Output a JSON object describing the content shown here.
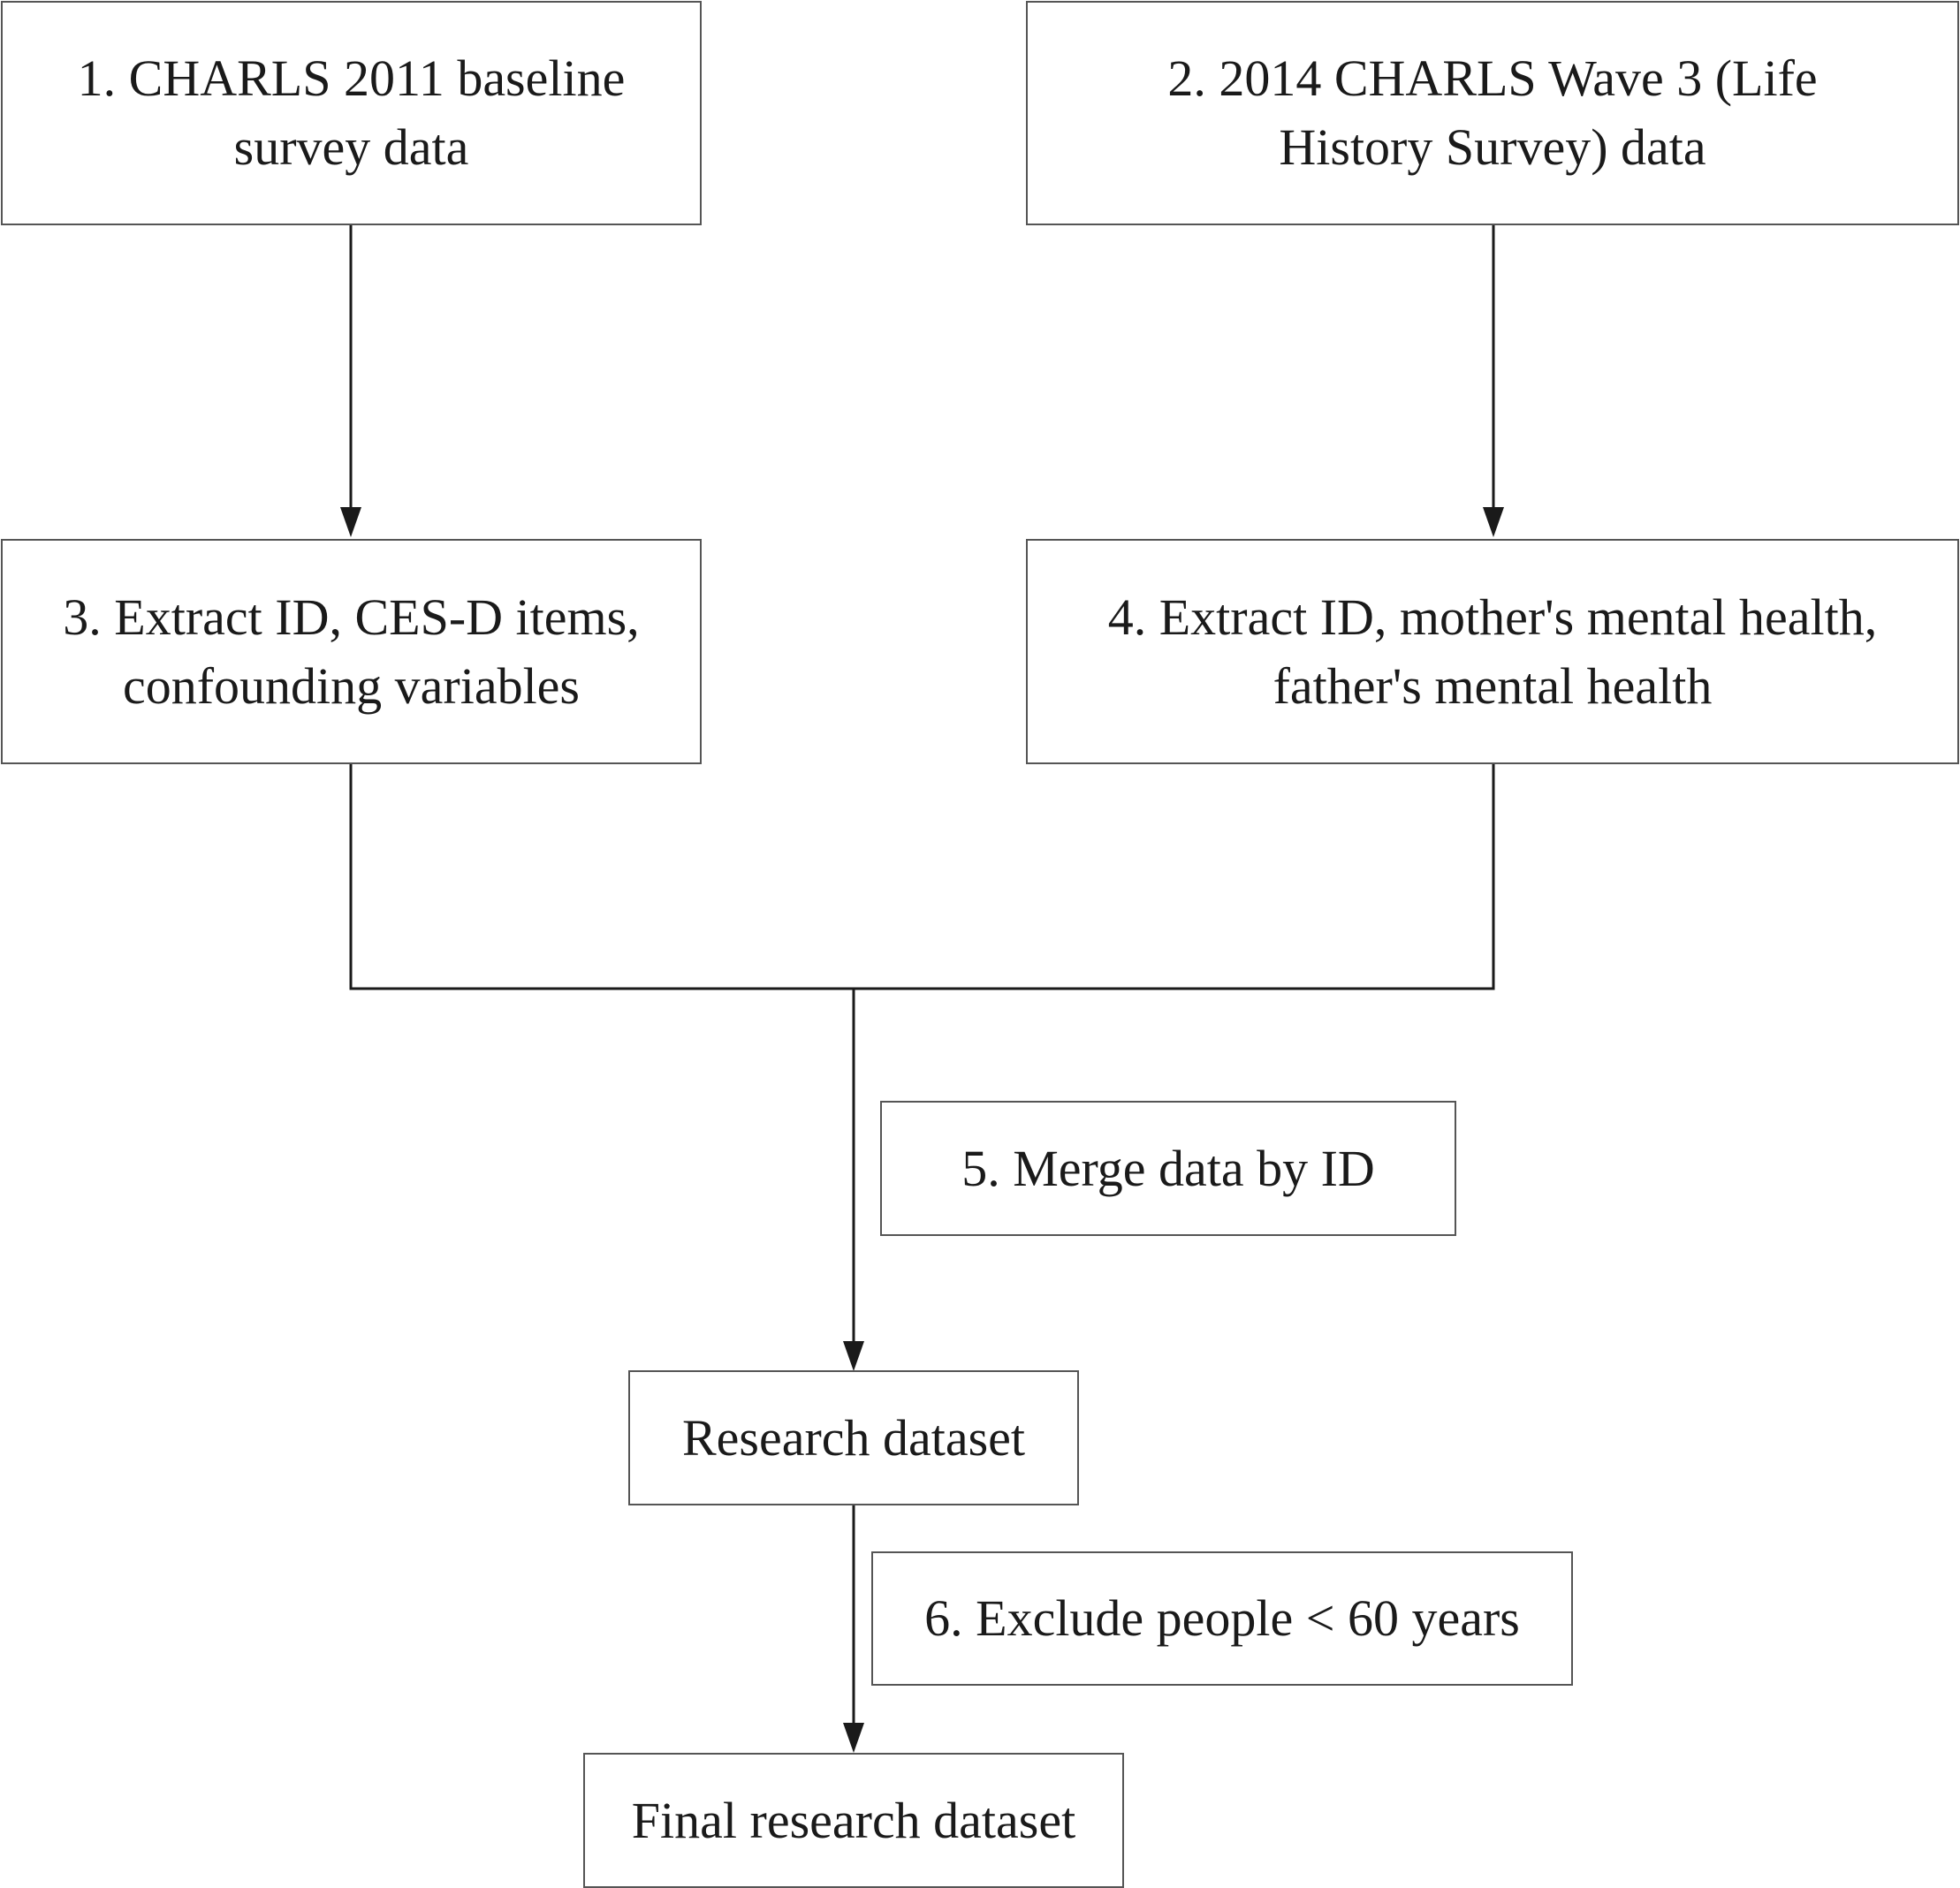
{
  "nodes": {
    "n1": {
      "label": "1. CHARLS 2011 baseline survey data"
    },
    "n2": {
      "label": "2. 2014 CHARLS Wave 3 (Life History Survey) data"
    },
    "n3": {
      "label": "3. Extract ID, CES-D items, confounding variables"
    },
    "n4": {
      "label": "4. Extract ID, mother's mental health, father's mental health"
    },
    "n5": {
      "label": "5. Merge data by ID"
    },
    "research": {
      "label": "Research dataset"
    },
    "n6": {
      "label": "6. Exclude people < 60 years"
    },
    "final": {
      "label": "Final research dataset"
    }
  },
  "edges": [
    {
      "from": "n1",
      "to": "n3"
    },
    {
      "from": "n2",
      "to": "n4"
    },
    {
      "from": "n3",
      "to": "research"
    },
    {
      "from": "n4",
      "to": "research"
    },
    {
      "from": "research",
      "to": "final"
    }
  ],
  "colors": {
    "line": "#1a1a1a",
    "box_border": "#555555"
  }
}
